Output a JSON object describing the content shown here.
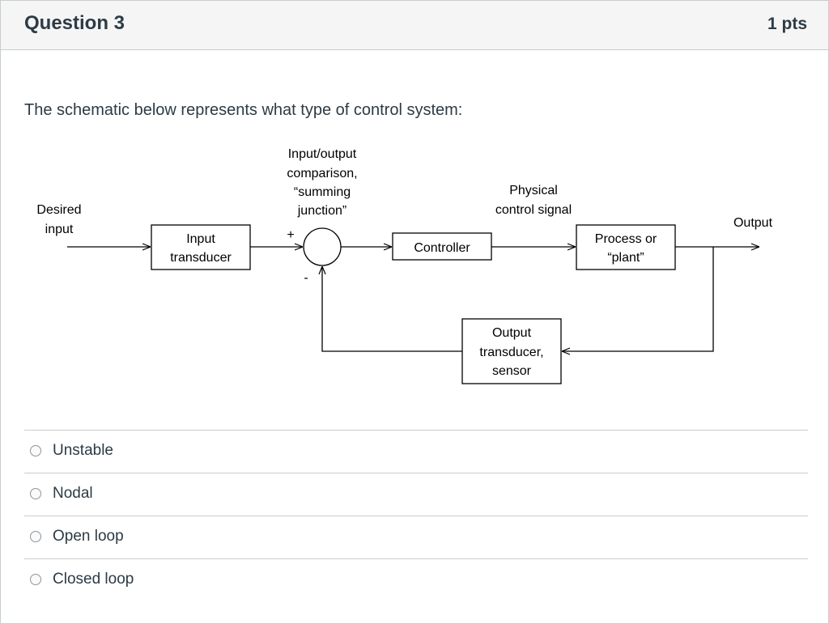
{
  "question": {
    "title": "Question 3",
    "points": "1 pts",
    "text": "The schematic below represents what type of control system:"
  },
  "diagram": {
    "desired_input": [
      "Desired",
      "input"
    ],
    "input_transducer": [
      "Input",
      "transducer"
    ],
    "summing_label": [
      "Input/output",
      "comparison,",
      "“summing",
      "junction”"
    ],
    "plus": "+",
    "minus": "-",
    "controller": "Controller",
    "physical_signal": [
      "Physical",
      "control signal"
    ],
    "process": [
      "Process or",
      "“plant”"
    ],
    "output": "Output",
    "output_transducer": [
      "Output",
      "transducer,",
      "sensor"
    ]
  },
  "answers": [
    {
      "label": "Unstable",
      "selected": false
    },
    {
      "label": "Nodal",
      "selected": false
    },
    {
      "label": "Open loop",
      "selected": false
    },
    {
      "label": "Closed loop",
      "selected": false
    }
  ]
}
